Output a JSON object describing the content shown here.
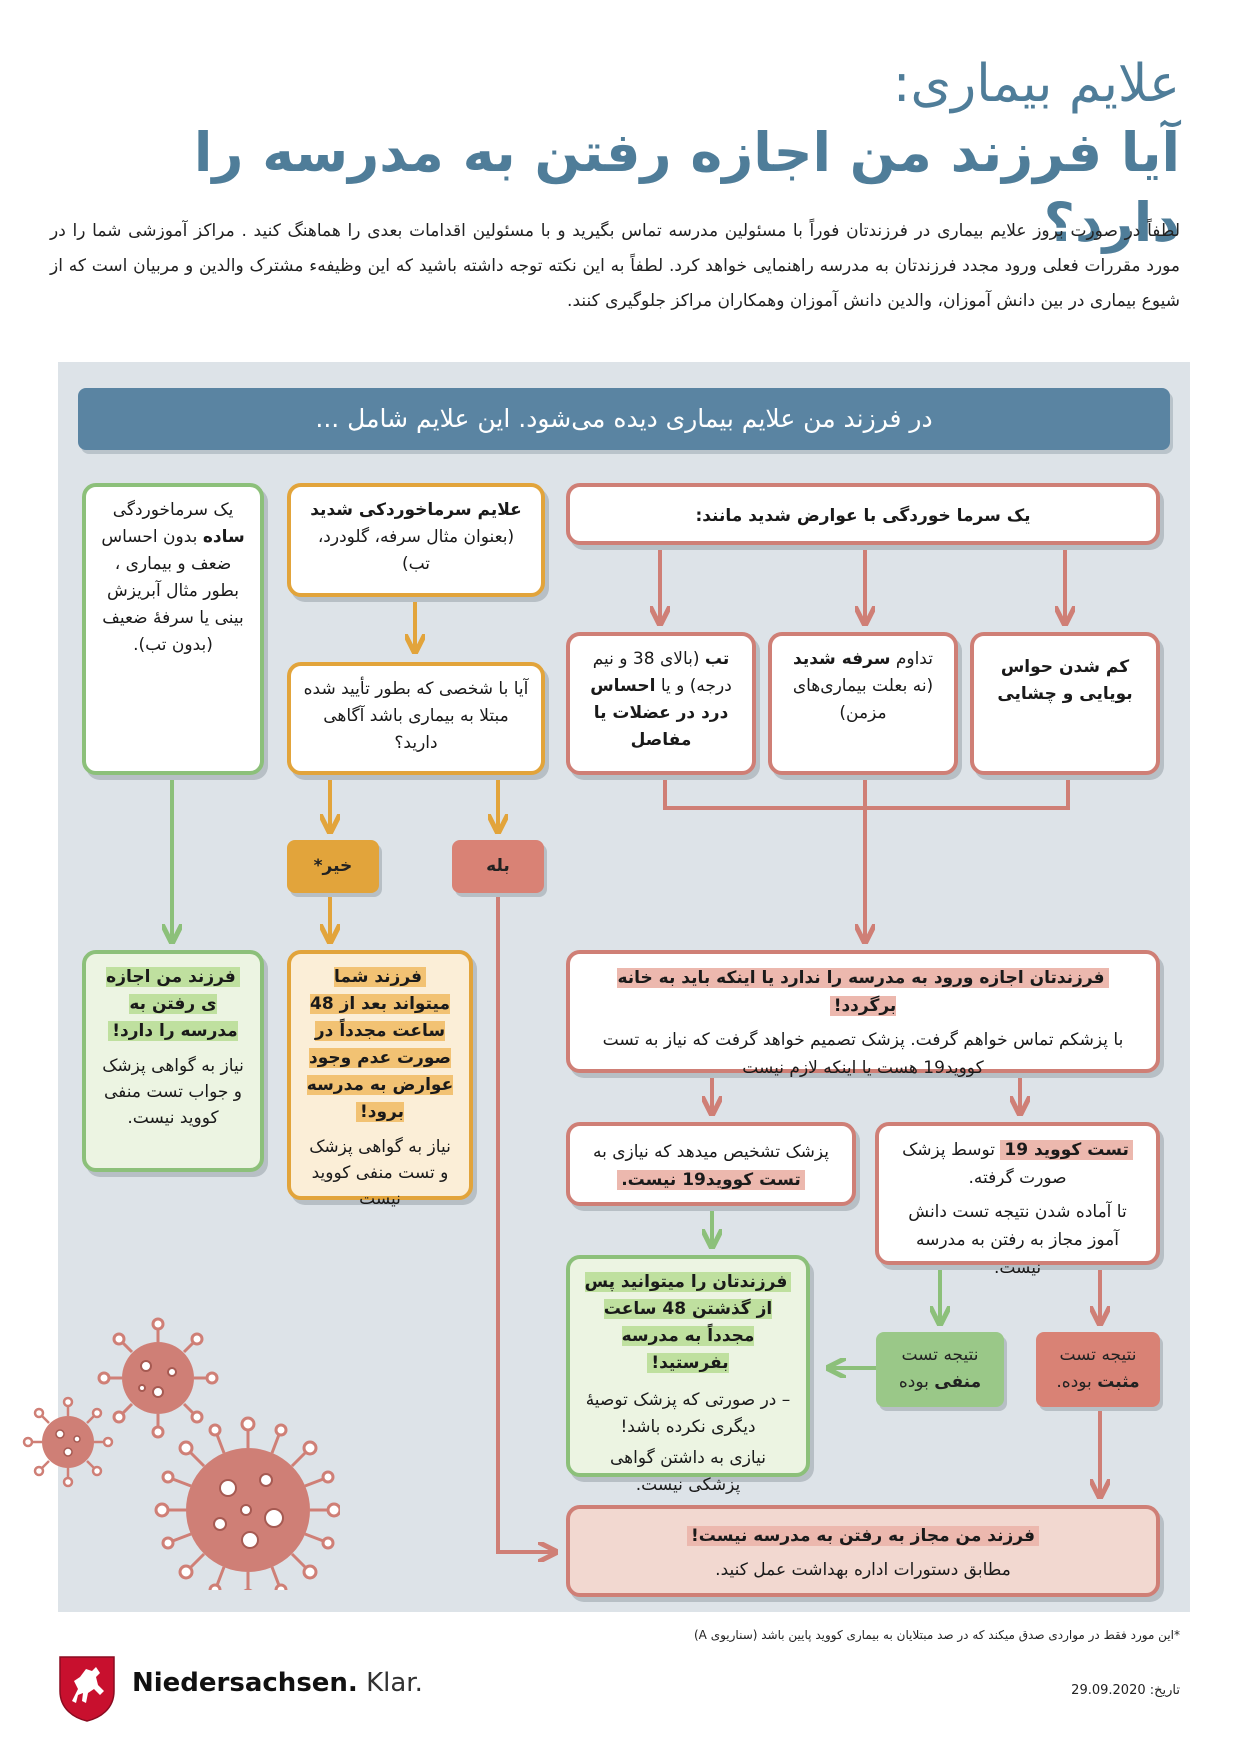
{
  "title": {
    "line1": "علایم بیماری:",
    "line2": "آیا فرزند من اجازه رفتن به  مدرسه را دارد؟"
  },
  "intro": "لطفاً در صورت بروز علایم بیماری در فرزندتان فوراً با مسئولین مدرسه تماس بگیرید و با مسئولین اقدامات بعدی را هماهنگ کنید . مراکز آموزشی شما را در مورد مقررات فعلی ورود مجدد فرزندتان به مدرسه راهنمایی خواهد کرد. لطفاً به این نکته توجه داشته باشید که این وظیفهء مشترک والدین و مربیان است که از شیوع بیماری در بین دانش آموزان، والدین دانش آموزان وهمکاران مراکز جلوگیری کنند.",
  "header": "در فرزند من علایم بیماری دیده می‌شود. این علایم شامل ...",
  "mild": {
    "pre": "یک سرماخوردگی",
    "bold": "ساده",
    "post": "بدون احساس ضعف و بیماری ، بطور مثال آبریزش بینی یا سرفۀ ضعیف (بدون تب)."
  },
  "severe_cold": {
    "title": "علایم سرماخوردکی شدید",
    "text": "(بعنوان مثال سرفه، گلودرد، تب)"
  },
  "severe_symptoms": "یک سرما خوردگی با عوارض شدید مانند:",
  "contact_question": "آیا با شخصی که بطور تأیید شده مبتلا به بیماری باشد آگاهی دارید؟",
  "answers": {
    "no": "خیر*",
    "yes": "بله"
  },
  "symptom_smell": "کم شدن حواس بویایی و چشایی",
  "symptom_cough": {
    "pre": "تداوم",
    "bold": "سرفه شدید",
    "post": "(نه بعلت بیماری‌های مزمن)"
  },
  "symptom_fever": {
    "bold1": "تب",
    "mid": "(بالای 38 و نیم درجه) و یا",
    "bold2": "احساس درد در عضلات یا مفاصل"
  },
  "outcome_mild": {
    "title": "فرزند من اجازه ی رفتن به مدرسه را دارد!",
    "text": "نیاز به گواهی پزشک و جواب تست منفی کووید نیست."
  },
  "outcome_48h": {
    "title": "فرزند شما میتواند بعد از 48 ساعت مجدداً در صورت عدم وجود عوارض به مدرسه  برود!",
    "text": "نیاز به گواهی پزشک و تست منفی کووید نیست"
  },
  "doctor_contact": {
    "title": "فرزندتان اجازه ورود به مدرسه را ندارد یا اینکه باید به خانه برگردد!",
    "text": "با پزشکم تماس خواهم گرفت. پزشک تصمیم خواهد گرفت که نیاز به تست کووید19 هست یا اینکه لازم نیست"
  },
  "no_test": {
    "pre": "پزشک تشخیص میدهد که نیازی به",
    "hl": "تست کووید19 نیست."
  },
  "test_done": {
    "hl": "تست کووید 19",
    "mid": "توسط پزشک صورت گرفته.",
    "text": "تا آماده شدن نتیجه تست دانش آموز مجاز به رفتن به مدرسه نیست."
  },
  "return_48h": {
    "title": "فرزندتان را میتوانید پس از گذشتن 48 ساعت مجدداً به مدرسه بفرستید!",
    "text1": "– در صورتی که پزشک توصیۀ دیگری نکرده باشد!",
    "text2": "نیازی به داشتن گواهی پزشکی نیست."
  },
  "negative": {
    "pre": "نتیجه تست",
    "bold": "منفی",
    "post": "بوده"
  },
  "positive": {
    "pre": "نتیجه تست",
    "bold": "مثبت",
    "post": "بوده."
  },
  "not_allowed": {
    "title": "فرزند من مجاز به رفتن به مدرسه نیست!",
    "text": "مطابق دستورات اداره بهداشت عمل کنید."
  },
  "footnote": "*این مورد فقط در مواردی صدق میکند که در صد مبتلایان به بیماری کووید پایین باشد (سناریوی A)",
  "brand": {
    "name": "Niedersachsen.",
    "slogan": "Klar."
  },
  "date": {
    "label": "تاریخ:",
    "value": "29.09.2020"
  },
  "colors": {
    "title": "#4f7d99",
    "header": "#5a84a2",
    "panel": "#dde3e8",
    "green": "#8cc07a",
    "orange": "#e2a43b",
    "red": "#cf7f76",
    "brand_red": "#c8102e"
  },
  "icons": [
    "virus-icon",
    "horse-logo-icon"
  ]
}
